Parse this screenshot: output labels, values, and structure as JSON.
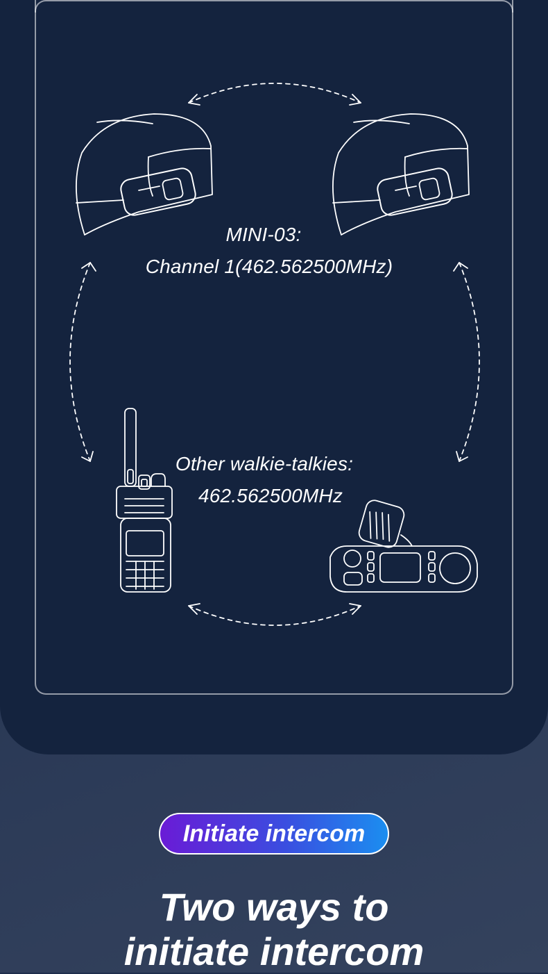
{
  "diagram": {
    "helmet_label": "MINI-03:",
    "channel_label": "Channel 1(462.562500MHz)",
    "walkie_label": "Other walkie-talkies:",
    "walkie_freq": "462.562500MHz"
  },
  "badge": {
    "label": "Initiate intercom"
  },
  "headline": {
    "line1": "Two ways to",
    "line2": "initiate intercom"
  }
}
